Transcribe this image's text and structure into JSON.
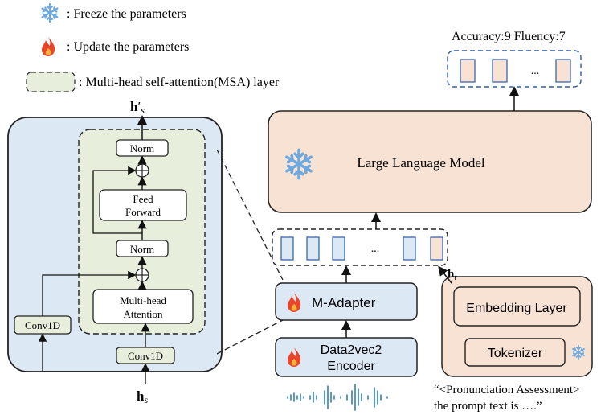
{
  "legend": {
    "freeze": ": Freeze the parameters",
    "update": ": Update the parameters",
    "msa": ": Multi-head self-attention(MSA) layer"
  },
  "encoder_block": {
    "output_label": "h'_s",
    "input_label": "h_s",
    "norm_top": "Norm",
    "feed_forward_line1": "Feed",
    "feed_forward_line2": "Forward",
    "norm_mid": "Norm",
    "mha_line1": "Multi-head",
    "mha_line2": "Attention",
    "conv_left": "Conv1D",
    "conv_bottom": "Conv1D",
    "plus": "+"
  },
  "llm": {
    "title": "Large Language Model",
    "output_text": "Accuracy:9 Fluency:7",
    "ellipsis_out": "...",
    "ellipsis_in": "..."
  },
  "adapter": {
    "m_adapter": "M-Adapter",
    "encoder_line1": "Data2vec2",
    "encoder_line2": "Encoder"
  },
  "text_branch": {
    "embedding": "Embedding Layer",
    "tokenizer": "Tokenizer",
    "h_t": "h_t",
    "prompt_line1": "“<Pronunciation Assessment>",
    "prompt_line2": "the prompt text is ….”"
  },
  "colors": {
    "blue_fill": "#dde8f5",
    "green_fill": "#e7efdc",
    "peach_fill": "#f8e2d3",
    "stroke": "#333333"
  },
  "icons": {
    "freeze": "snowflake-icon",
    "update": "flame-icon"
  }
}
